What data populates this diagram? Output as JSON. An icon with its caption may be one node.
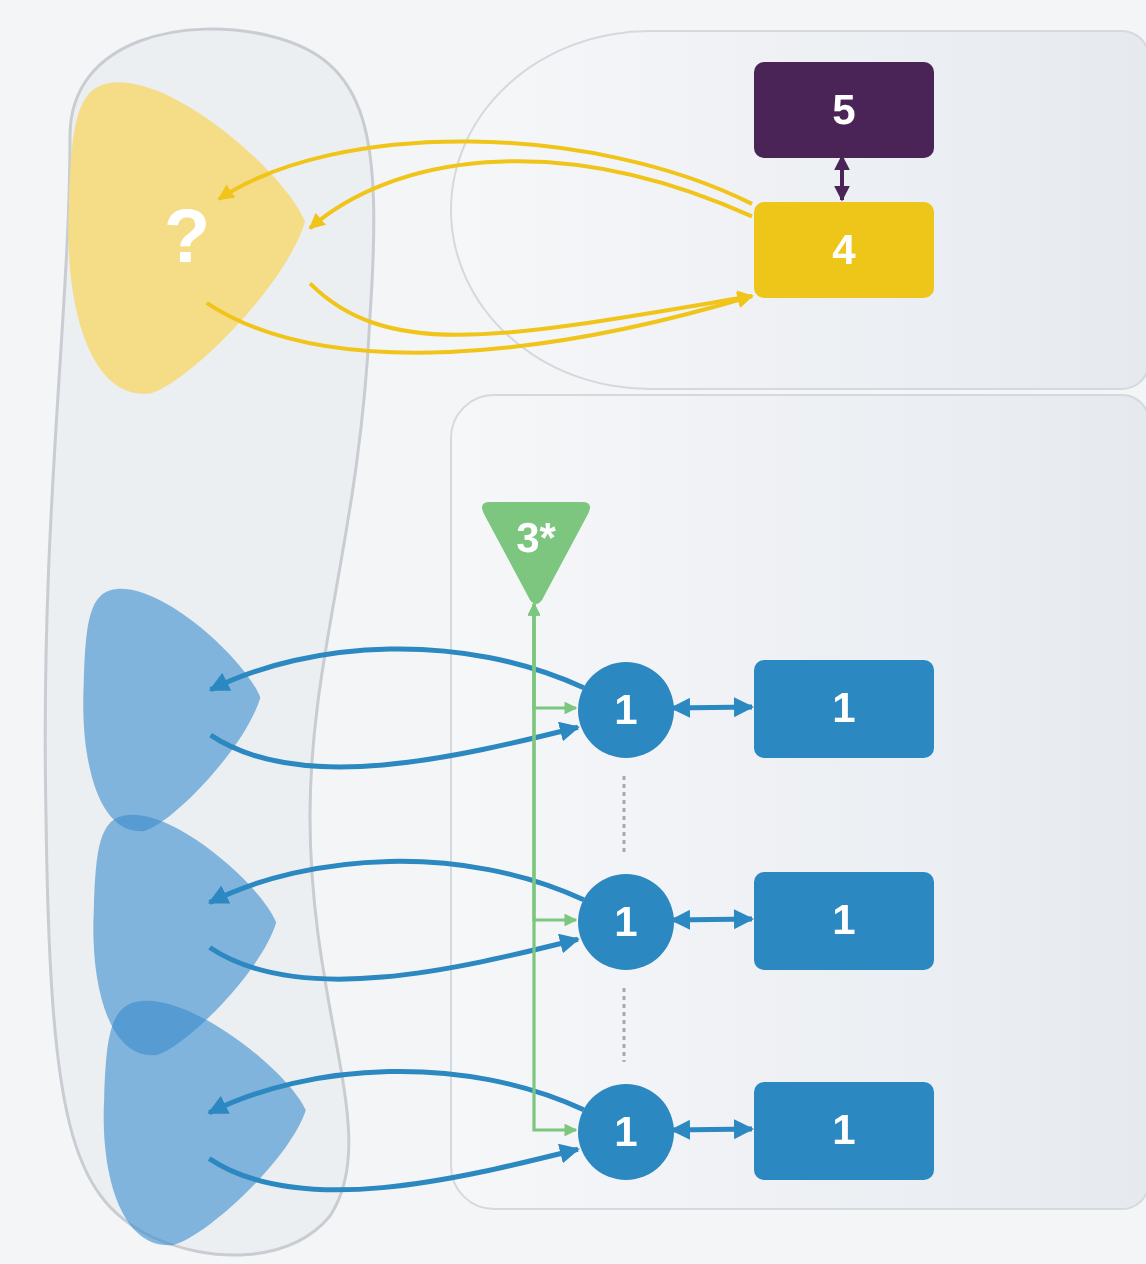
{
  "diagram": {
    "nodes": [
      {
        "text": [],
        "shape": "cell"
      },
      {
        "text": [
          "?"
        ],
        "in": 0
      },
      {
        "text": [],
        "shape": "triangle",
        "in": 0
      },
      {
        "text": [],
        "shape": "triangle",
        "in": 0
      },
      {
        "text": [],
        "shape": "triangle",
        "in": 0
      },
      {
        "text": [],
        "shape": "box"
      },
      {
        "text": [
          "5"
        ],
        "in": 5
      },
      {
        "text": [
          "4"
        ],
        "in": 5
      },
      {
        "text": [],
        "shape": "box"
      },
      {
        "text": [
          "3*"
        ],
        "in": 8
      },
      {
        "text": [
          "1"
        ],
        "in": 8
      },
      {
        "text": [
          "1"
        ],
        "in": 8
      },
      {
        "text": [
          "1"
        ],
        "in": 8
      },
      {
        "text": [
          "1"
        ],
        "in": 8
      },
      {
        "text": [
          "1"
        ],
        "in": 8
      },
      {
        "text": [
          "1"
        ],
        "in": 8
      }
    ],
    "edges": [
      {
        "from": 7,
        "to": 1,
        "arrow": "to",
        "color": "#f0c419"
      },
      {
        "from": 7,
        "to": 1,
        "arrow": "to",
        "color": "#f0c419"
      },
      {
        "from": 1,
        "to": 7,
        "arrow": "to",
        "color": "#f0c419"
      },
      {
        "from": 1,
        "to": 7,
        "arrow": "to",
        "color": "#f0c419"
      },
      {
        "from": 6,
        "to": 7,
        "arrow": "both",
        "color": "#4a2357"
      },
      {
        "from": 10,
        "to": 2,
        "arrow": "to"
      },
      {
        "from": 2,
        "to": 10,
        "arrow": "to"
      },
      {
        "from": 10,
        "to": 11,
        "arrow": "both"
      },
      {
        "from": 12,
        "to": 3,
        "arrow": "to"
      },
      {
        "from": 3,
        "to": 12,
        "arrow": "to"
      },
      {
        "from": 12,
        "to": 13,
        "arrow": "both"
      },
      {
        "from": 14,
        "to": 4,
        "arrow": "to"
      },
      {
        "from": 4,
        "to": 14,
        "arrow": "to"
      },
      {
        "from": 14,
        "to": 15,
        "arrow": "both"
      },
      {
        "from": 10,
        "to": 9,
        "arrow": "both",
        "color": "#7dc67f"
      },
      {
        "from": 12,
        "to": 9,
        "arrow": "both",
        "color": "#7dc67f"
      },
      {
        "from": 14,
        "to": 9,
        "arrow": "both",
        "color": "#7dc67f"
      },
      {
        "from": 10,
        "to": 12,
        "arrow": "none",
        "style": "dashed",
        "color": "#aaaaaa"
      },
      {
        "from": 12,
        "to": 14,
        "arrow": "none",
        "style": "dashed",
        "color": "#aaaaaa"
      }
    ]
  }
}
